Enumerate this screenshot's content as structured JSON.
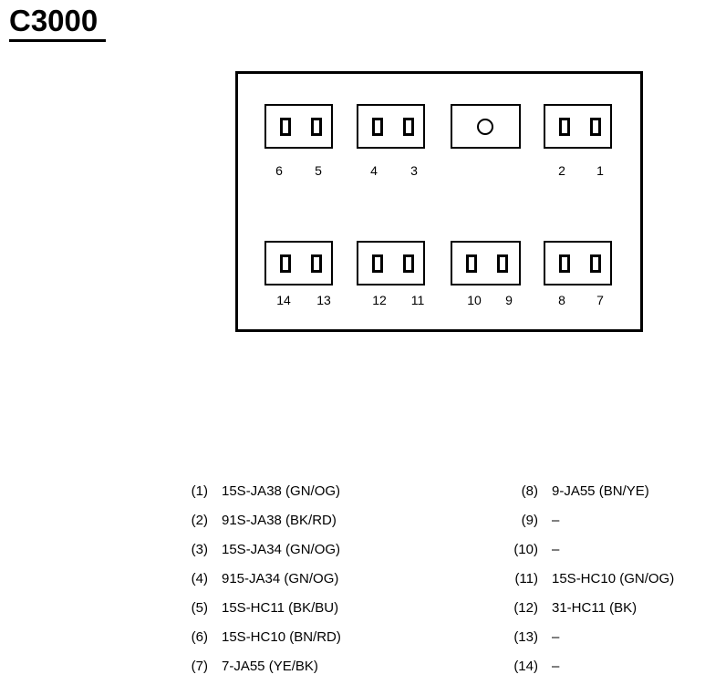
{
  "title": "C3000",
  "pins_top": [
    {
      "left_label": "6",
      "right_label": "5"
    },
    {
      "left_label": "4",
      "right_label": "3"
    },
    {
      "left_label": "",
      "right_label": ""
    },
    {
      "left_label": "2",
      "right_label": "1"
    }
  ],
  "pins_bottom": [
    {
      "left_label": "14",
      "right_label": "13"
    },
    {
      "left_label": "12",
      "right_label": "11"
    },
    {
      "left_label": "10",
      "right_label": "9"
    },
    {
      "left_label": "8",
      "right_label": "7"
    }
  ],
  "legend_left": [
    {
      "index": "(1)",
      "value": "15S-JA38 (GN/OG)"
    },
    {
      "index": "(2)",
      "value": "91S-JA38 (BK/RD)"
    },
    {
      "index": "(3)",
      "value": "15S-JA34 (GN/OG)"
    },
    {
      "index": "(4)",
      "value": "915-JA34 (GN/OG)"
    },
    {
      "index": "(5)",
      "value": "15S-HC11 (BK/BU)"
    },
    {
      "index": "(6)",
      "value": "15S-HC10 (BN/RD)"
    },
    {
      "index": "(7)",
      "value": "7-JA55 (YE/BK)"
    }
  ],
  "legend_right": [
    {
      "index": "(8)",
      "value": "9-JA55 (BN/YE)"
    },
    {
      "index": "(9)",
      "value": "–"
    },
    {
      "index": "(10)",
      "value": "–"
    },
    {
      "index": "(11)",
      "value": "15S-HC10 (GN/OG)"
    },
    {
      "index": "(12)",
      "value": "31-HC11 (BK)"
    },
    {
      "index": "(13)",
      "value": "–"
    },
    {
      "index": "(14)",
      "value": "–"
    }
  ]
}
